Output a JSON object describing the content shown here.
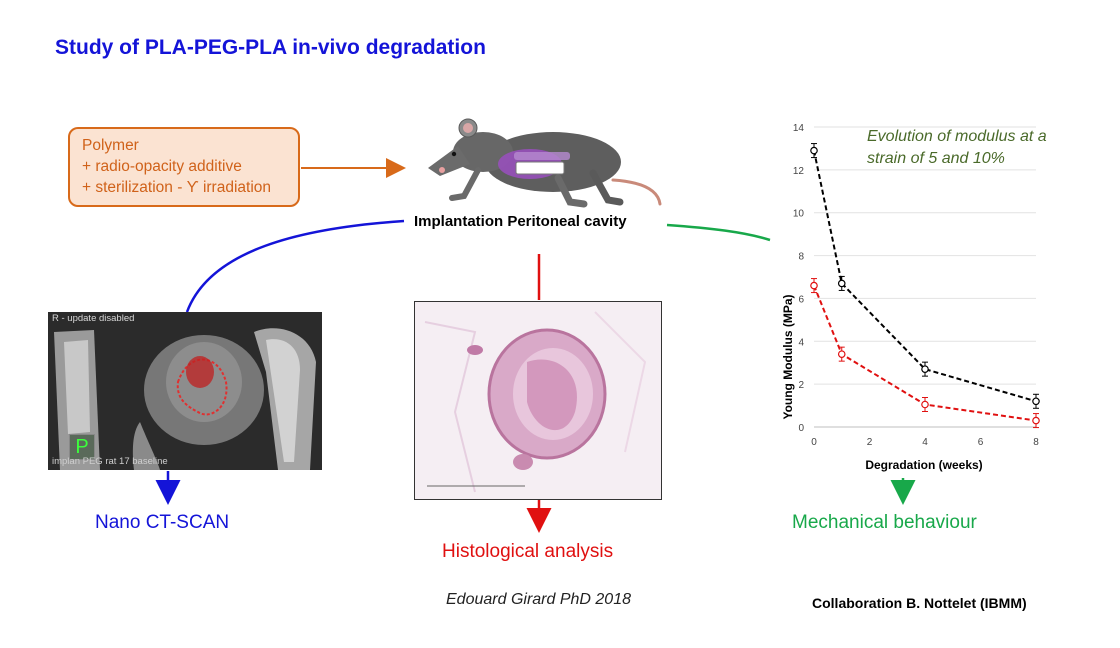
{
  "title": "Study of PLA-PEG-PLA in-vivo degradation",
  "polymer_box": {
    "lines": [
      "Polymer",
      "+ radio-opacity additive",
      "+ sterilization - ϒ irradiation"
    ]
  },
  "implantation_label": "Implantation Peritoneal cavity",
  "ct_scan": {
    "label": "Nano CT-SCAN",
    "overlay_top": "R - update disabled",
    "overlay_bottom": "implan PEG rat 17 baseline",
    "marker": "P"
  },
  "histology_label": "Histological analysis",
  "mechanical_label": "Mechanical behaviour",
  "credit": "Edouard Girard PhD 2018",
  "collaboration": "Collaboration B. Nottelet (IBMM)",
  "colors": {
    "title": "#1414d8",
    "polymer": "#d86a1a",
    "ct": "#1414d8",
    "histology": "#e01010",
    "mechanical": "#18a84a"
  },
  "chart_data": {
    "type": "line",
    "title": "",
    "annotation": "Evolution of modulus at a strain of 5 and 10%",
    "xlabel": "Degradation (weeks)",
    "ylabel": "Young Modulus (MPa)",
    "xlim": [
      0,
      8
    ],
    "ylim": [
      0,
      14
    ],
    "xticks": [
      0,
      2,
      4,
      6,
      8
    ],
    "yticks": [
      0,
      2,
      4,
      6,
      8,
      10,
      12,
      14
    ],
    "grid": true,
    "x": [
      0,
      1,
      4,
      8
    ],
    "series": [
      {
        "color": "#000000",
        "values": [
          12.9,
          6.7,
          2.7,
          1.2
        ]
      },
      {
        "color": "#e01010",
        "values": [
          6.6,
          3.4,
          1.05,
          0.3
        ]
      }
    ]
  }
}
